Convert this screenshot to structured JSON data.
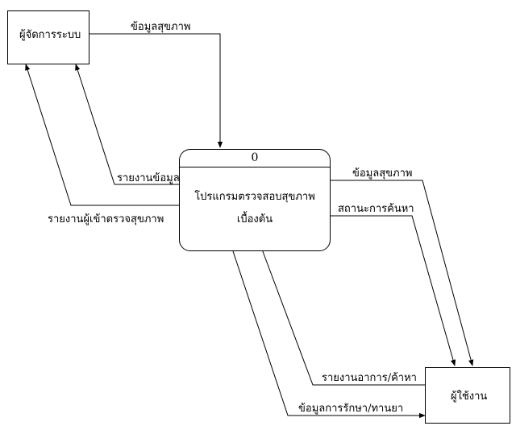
{
  "entities": {
    "admin": {
      "label": "ผู้จัดการระบบ"
    },
    "user": {
      "label": "ผู้ใช้งาน"
    }
  },
  "process": {
    "number": "0",
    "name_line1": "โปรแกรมตรวจสอบสุขภาพ",
    "name_line2": "เบื้องต้น"
  },
  "flows": {
    "admin_to_process": "ข้อมูลสุขภาพ",
    "process_to_admin_report": "รายงานข้อมูล",
    "process_to_admin_checkup_report": "รายงานผู้เข้าตรวจสุขภาพ",
    "process_to_user_health": "ข้อมูลสุขภาพ",
    "process_to_user_status": "สถานะการค้นหา",
    "user_to_process_symptom": "รายงานอาการ/ค้าหา",
    "process_to_user_treatment": "ข้อมูลการรักษา/ทานยา"
  },
  "colors": {
    "line": "#000000",
    "background": "#ffffff"
  }
}
